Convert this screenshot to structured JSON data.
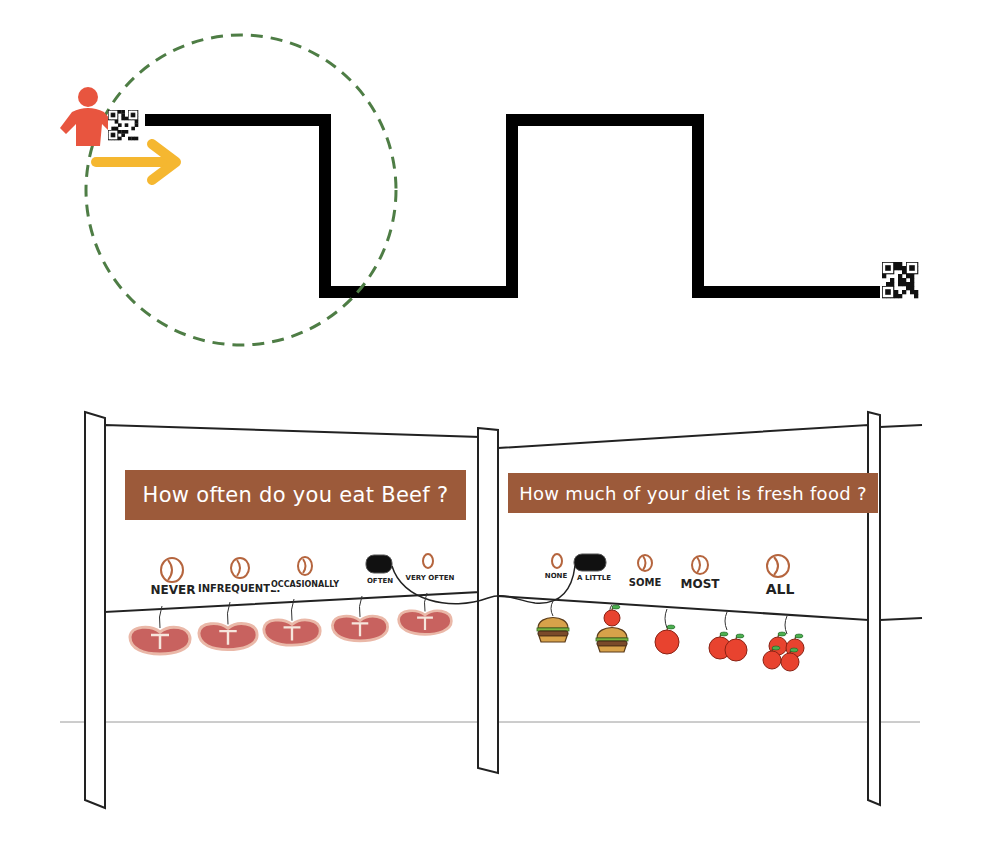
{
  "diagram": {
    "nodes": [
      {
        "text": [
          "How often do you eat Beef ?"
        ]
      },
      {
        "text": [
          "How much of your diet is fresh food ?"
        ]
      }
    ],
    "labels": [
      "NEVER",
      "INFREQUENTLY",
      "OCCASIONALLY",
      "OFTEN",
      "VERY OFTEN",
      "NONE",
      "A LITTLE",
      "SOME",
      "MOST",
      "ALL"
    ]
  }
}
